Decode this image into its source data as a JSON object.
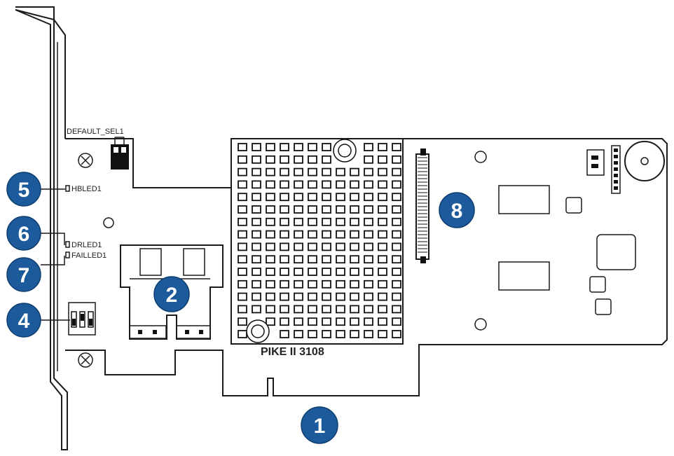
{
  "labels": {
    "default_sel": "DEFAULT_SEL1",
    "hbled": "HBLED1",
    "drled": "DRLED1",
    "failled": "FAILLED1",
    "chip": "PIKE II 3108"
  },
  "callouts": {
    "c1": "1",
    "c2": "2",
    "c4": "4",
    "c5": "5",
    "c6": "6",
    "c7": "7",
    "c8": "8"
  },
  "colors": {
    "callout_fill": "#1d5a9c",
    "line": "#1a1a1a"
  }
}
